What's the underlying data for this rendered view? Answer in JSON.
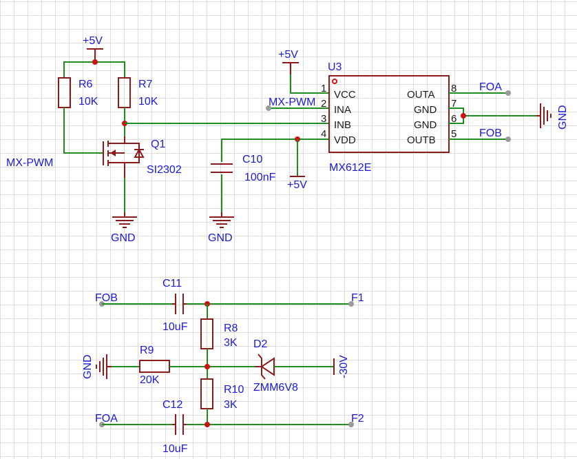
{
  "power": {
    "vcc_a": "+5V",
    "vcc_b": "+5V",
    "vcc_c": "+5V",
    "neg30": "-30V"
  },
  "ground": {
    "gnd_q1": "GND",
    "gnd_c10": "GND",
    "gnd_u3": "GND",
    "gnd_r9": "GND"
  },
  "components": {
    "r6": {
      "ref": "R6",
      "value": "10K"
    },
    "r7": {
      "ref": "R7",
      "value": "10K"
    },
    "q1": {
      "ref": "Q1",
      "value": "SI2302"
    },
    "c10": {
      "ref": "C10",
      "value": "100nF"
    },
    "u3": {
      "ref": "U3",
      "value": "MX612E"
    },
    "c11": {
      "ref": "C11",
      "value": "10uF"
    },
    "c12": {
      "ref": "C12",
      "value": "10uF"
    },
    "r8": {
      "ref": "R8",
      "value": "3K"
    },
    "r9": {
      "ref": "R9",
      "value": "20K"
    },
    "r10": {
      "ref": "R10",
      "value": "3K"
    },
    "d2": {
      "ref": "D2",
      "value": "ZMM6V8"
    }
  },
  "u3_pins": {
    "left": [
      {
        "num": "1",
        "name": "VCC"
      },
      {
        "num": "2",
        "name": "INA"
      },
      {
        "num": "3",
        "name": "INB"
      },
      {
        "num": "4",
        "name": "VDD"
      }
    ],
    "right": [
      {
        "num": "8",
        "name": "OUTA"
      },
      {
        "num": "7",
        "name": "GND"
      },
      {
        "num": "6",
        "name": "GND"
      },
      {
        "num": "5",
        "name": "OUTB"
      }
    ]
  },
  "nets": {
    "mx_pwm_left": "MX-PWM",
    "mx_pwm_u3": "MX-PWM",
    "foa_top": "FOA",
    "fob_top": "FOB",
    "fob_bottom": "FOB",
    "foa_bottom": "FOA",
    "f1": "F1",
    "f2": "F2"
  },
  "colors": {
    "wire": "#1f8c1f",
    "component": "#8b1a1a",
    "label": "#1a1ad6",
    "junction": "#cc1111"
  }
}
